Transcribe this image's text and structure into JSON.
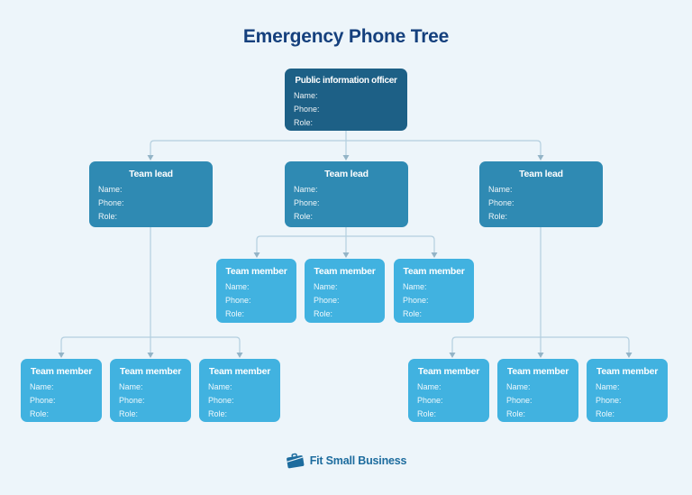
{
  "page": {
    "title": "Emergency Phone Tree"
  },
  "tree": {
    "root": {
      "label": "Public information officer"
    },
    "leads": [
      {
        "label": "Team lead",
        "members": [
          "Team member",
          "Team member",
          "Team member"
        ]
      },
      {
        "label": "Team lead",
        "members": [
          "Team member",
          "Team member",
          "Team member"
        ]
      },
      {
        "label": "Team lead",
        "members": [
          "Team member",
          "Team member",
          "Team member"
        ]
      }
    ]
  },
  "fields": {
    "name": "Name:",
    "phone": "Phone:",
    "role": "Role:"
  },
  "footer": {
    "brand": "Fit Small Business",
    "logo_icon": "briefcase-icon"
  },
  "colors": {
    "background": "#edf5fa",
    "title_text": "#15407d",
    "officer_box": "#1d6086",
    "lead_box": "#2f8ab3",
    "member_box": "#41b2e0",
    "box_text": "#ffffff",
    "connector": "#b4cfdf",
    "arrowhead": "#93b4c7",
    "brand_text": "#1d6c9e"
  }
}
